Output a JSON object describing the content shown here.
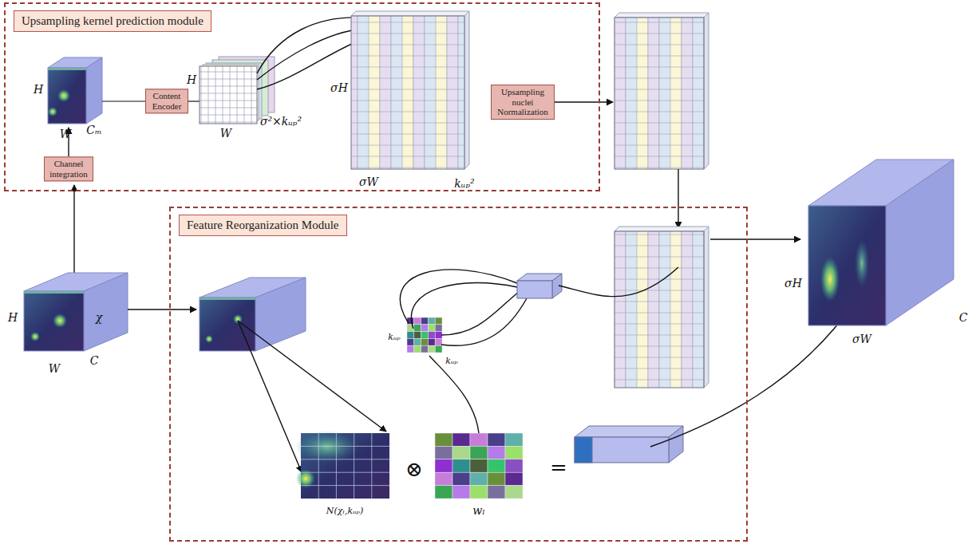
{
  "diagram": {
    "nodes": [
      {
        "text": [
          "Upsampling kernel prediction module"
        ]
      },
      {
        "text": [
          "Channel integration"
        ],
        "in": 0
      },
      {
        "text": [
          "Content Encoder"
        ],
        "in": 0
      },
      {
        "text": [
          "Upsampling nuclei Normalization"
        ],
        "in": 0
      },
      {
        "text": [
          "Feature Reorganization Module"
        ]
      }
    ],
    "labels": [
      "H",
      "W",
      "Cₘ",
      "H",
      "W",
      "σ²×kᵤₚ²",
      "σH",
      "σW",
      "kᵤₚ²",
      "H",
      "W",
      "C",
      "χ",
      "kᵤₚ",
      "kᵤₚ",
      "⊗",
      "=",
      "N(χₗ,kᵤₚ)",
      "wₗ",
      "σH",
      "σW",
      "C"
    ]
  }
}
